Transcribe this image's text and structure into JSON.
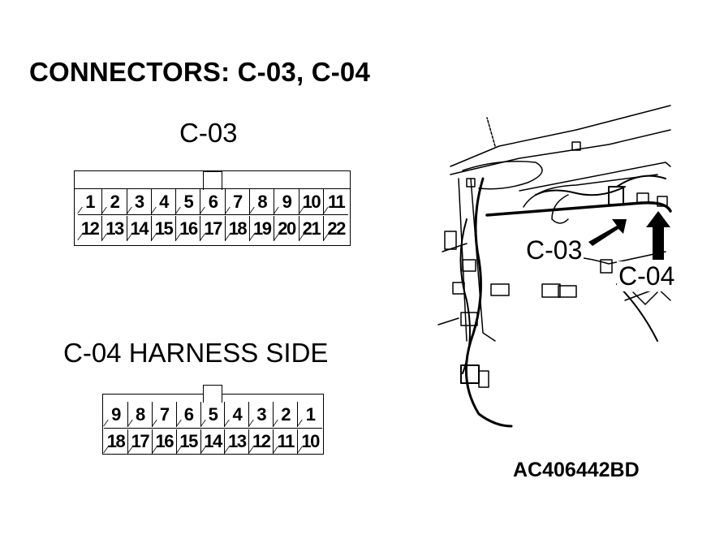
{
  "title": "CONNECTORS: C-03, C-04",
  "c03": {
    "label": "C-03",
    "row1": [
      "1",
      "2",
      "3",
      "4",
      "5",
      "6",
      "7",
      "8",
      "9",
      "10",
      "11"
    ],
    "row2": [
      "12",
      "13",
      "14",
      "15",
      "16",
      "17",
      "18",
      "19",
      "20",
      "21",
      "22"
    ]
  },
  "c04": {
    "label": "C-04 HARNESS SIDE",
    "row1": [
      "9",
      "8",
      "7",
      "6",
      "5",
      "4",
      "3",
      "2",
      "1"
    ],
    "row2": [
      "18",
      "17",
      "16",
      "15",
      "14",
      "13",
      "12",
      "11",
      "10"
    ]
  },
  "illustration": {
    "c03_callout": "C-03",
    "c04_callout": "C-04"
  },
  "figure_code": "AC406442BD"
}
